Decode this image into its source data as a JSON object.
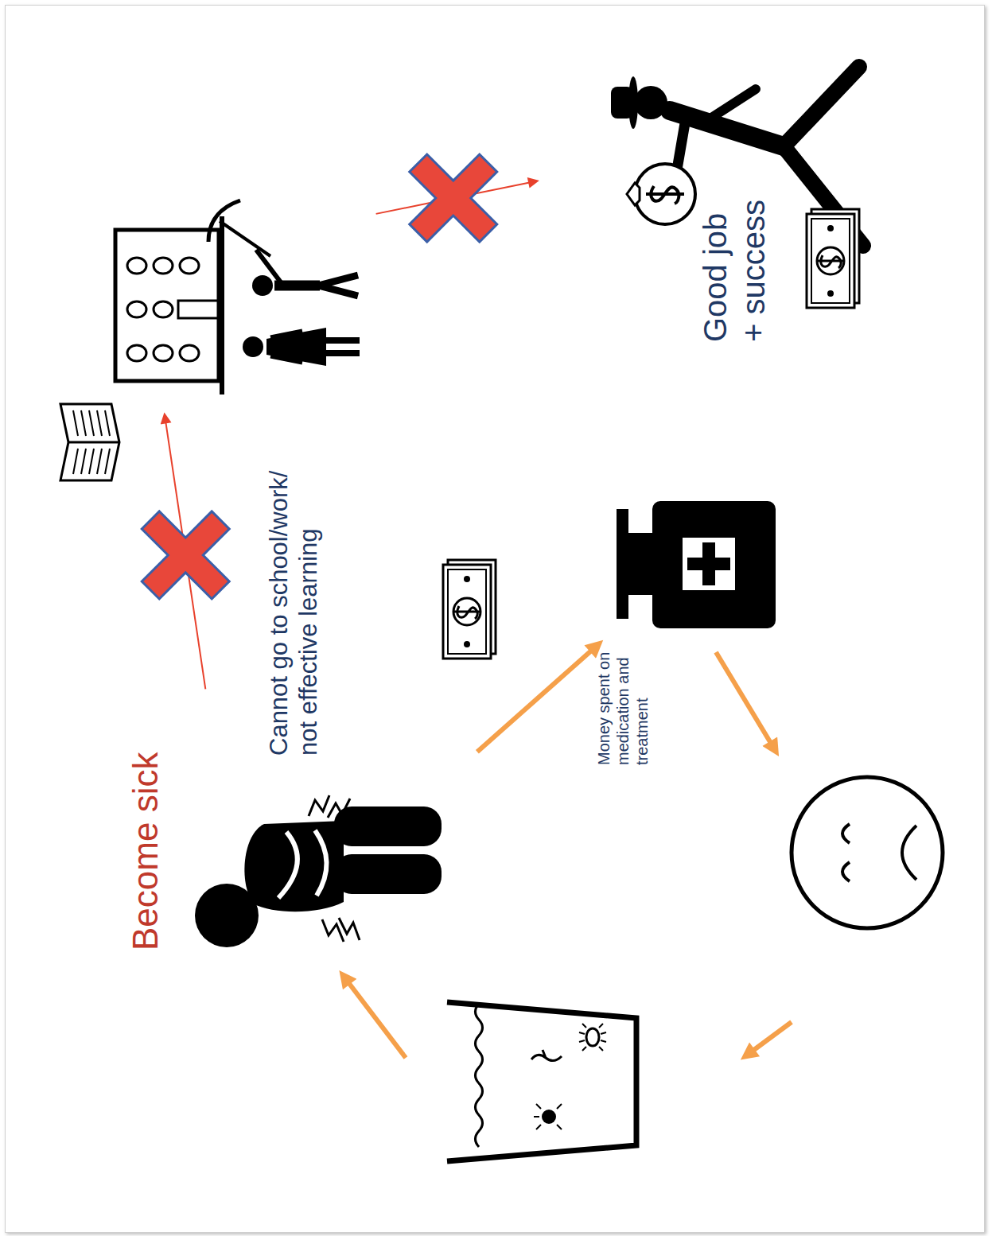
{
  "diagram": {
    "nodes": [
      {
        "text": [
          "Become sick"
        ]
      },
      {
        "text": [
          "Cannot go to school/work/ not effective learning"
        ]
      },
      {
        "text": [
          "Good job + success"
        ]
      },
      {
        "text": [
          "Money spent on medication and treatment"
        ]
      }
    ],
    "edges": [
      {
        "from": 0,
        "to": 1,
        "arrow": "to"
      },
      {
        "from": 1,
        "to": 2,
        "arrow": "to"
      },
      {
        "from": 0,
        "to": 3,
        "arrow": "to"
      }
    ]
  }
}
